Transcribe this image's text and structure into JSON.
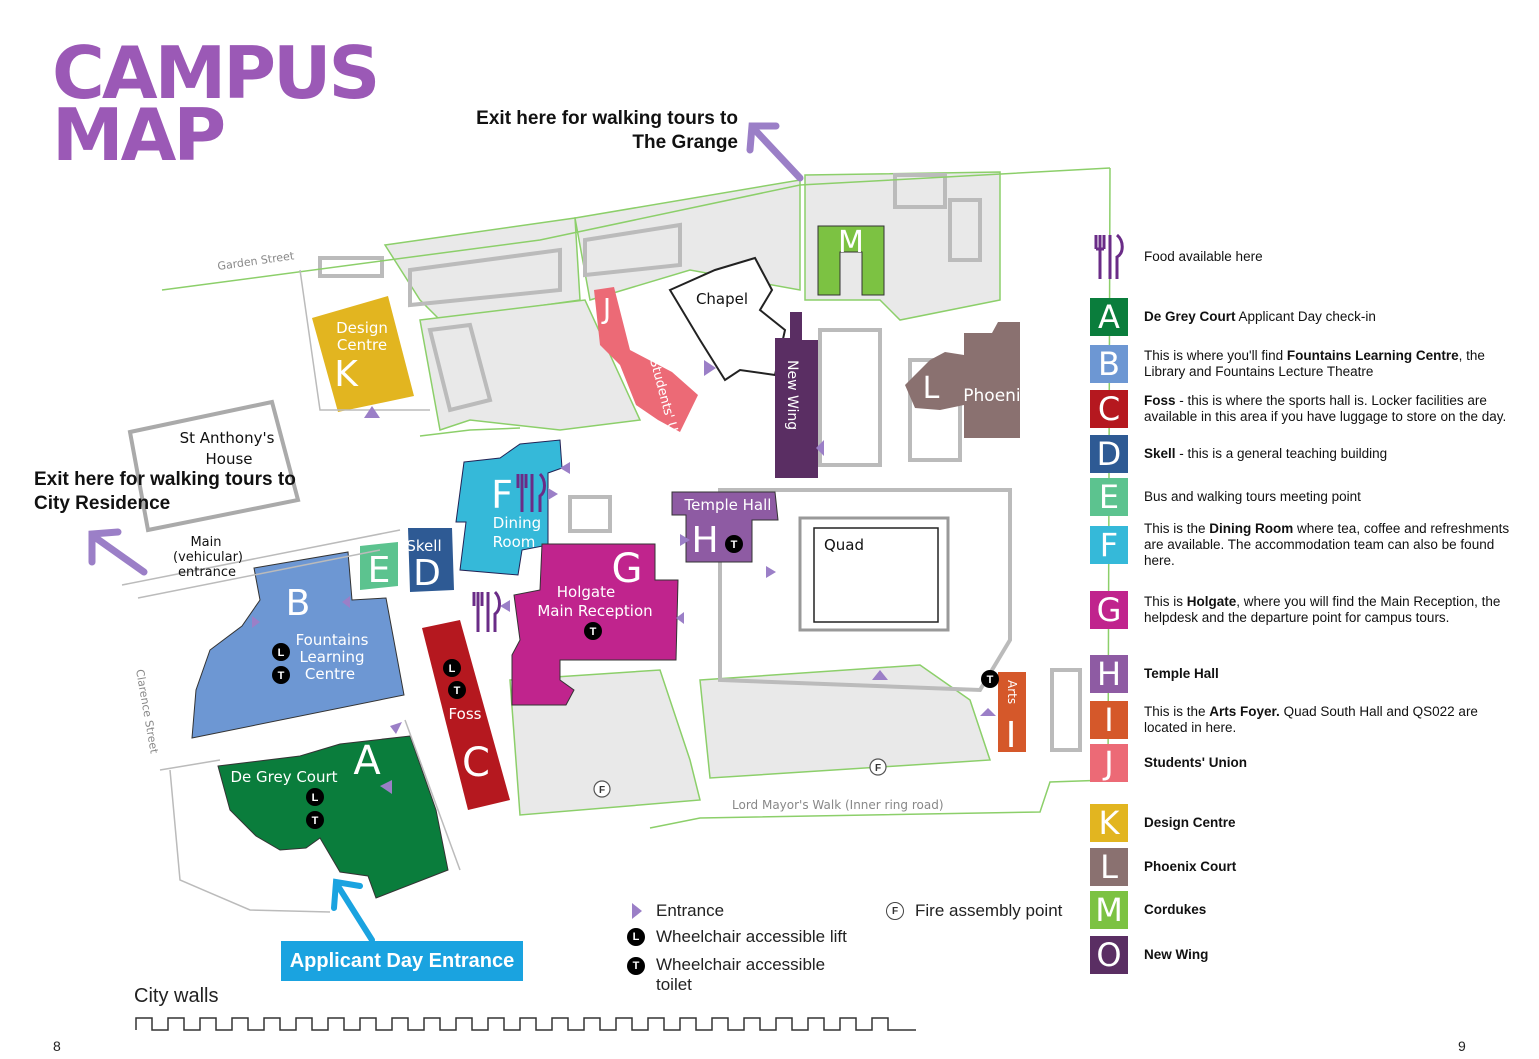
{
  "title": {
    "line1": "CAMPUS",
    "line2": "MAP"
  },
  "exit_notes": {
    "grange_line1": "Exit here for walking tours to",
    "grange_line2": "The Grange",
    "city_line1": "Exit here for walking tours to",
    "city_line2": "City Residence"
  },
  "streets": {
    "garden": "Garden Street",
    "clarence": "Clarence Street",
    "lord_mayors": "Lord Mayor's Walk (Inner ring road)"
  },
  "map_labels": {
    "design_centre": [
      "Design",
      "Centre"
    ],
    "st_anthonys": [
      "St Anthony's",
      "House"
    ],
    "main_entrance": [
      "Main",
      "(vehicular)",
      "entrance"
    ],
    "chapel": "Chapel",
    "students_union": "Students' Union",
    "new_wing": "New Wing",
    "phoenix": "Phoenix",
    "dining_room": [
      "Dining",
      "Room"
    ],
    "skell": "Skell",
    "temple_hall": "Temple Hall",
    "quad": "Quad",
    "holgate": [
      "Holgate",
      "Main Reception"
    ],
    "fountains": [
      "Fountains",
      "Learning",
      "Centre"
    ],
    "foss": "Foss",
    "arts": "Arts",
    "de_grey": "De Grey Court"
  },
  "buildings": [
    {
      "letter": "A",
      "color": "#0a7d3c"
    },
    {
      "letter": "B",
      "color": "#6d97d3"
    },
    {
      "letter": "C",
      "color": "#b5181f"
    },
    {
      "letter": "D",
      "color": "#2e5a94"
    },
    {
      "letter": "E",
      "color": "#5cc38f"
    },
    {
      "letter": "F",
      "color": "#35b9d9"
    },
    {
      "letter": "G",
      "color": "#c0248d"
    },
    {
      "letter": "H",
      "color": "#8e5ba3"
    },
    {
      "letter": "I",
      "color": "#d5582a"
    },
    {
      "letter": "J",
      "color": "#ec6a76"
    },
    {
      "letter": "K",
      "color": "#e2b520"
    },
    {
      "letter": "L",
      "color": "#8a7170"
    },
    {
      "letter": "M",
      "color": "#7cc242"
    },
    {
      "letter": "O",
      "color": "#5a2e63"
    }
  ],
  "legend": {
    "food": "Food available here",
    "items": [
      {
        "letter": "A",
        "color": "#0a7d3c",
        "bold": "De Grey Court",
        "text": " Applicant Day check-in"
      },
      {
        "letter": "B",
        "color": "#6d97d3",
        "pre": "This is where you'll find ",
        "bold": "Fountains Learning Centre",
        "text": ", the Library and Fountains Lecture Theatre"
      },
      {
        "letter": "C",
        "color": "#b5181f",
        "bold": "Foss",
        "text": " - this is where the sports hall is. Locker facilities are available in this area if you have luggage to store on the day."
      },
      {
        "letter": "D",
        "color": "#2e5a94",
        "bold": "Skell",
        "text": " - this is a general teaching building"
      },
      {
        "letter": "E",
        "color": "#5cc38f",
        "text": "Bus and walking tours meeting point"
      },
      {
        "letter": "F",
        "color": "#35b9d9",
        "pre": "This is the ",
        "bold": "Dining Room",
        "text": " where tea, coffee and refreshments are available. The accommodation team can also be found here."
      },
      {
        "letter": "G",
        "color": "#c0248d",
        "pre": "This is ",
        "bold": "Holgate",
        "text": ", where you will find the Main Reception, the helpdesk and the departure point for campus tours."
      },
      {
        "letter": "H",
        "color": "#8e5ba3",
        "bold": "Temple Hall"
      },
      {
        "letter": "I",
        "color": "#d5582a",
        "pre": "This is the ",
        "bold": "Arts Foyer.",
        "text": " Quad South Hall and QS022 are located in here."
      },
      {
        "letter": "J",
        "color": "#ec6a76",
        "bold": "Students' Union"
      },
      {
        "letter": "K",
        "color": "#e2b520",
        "bold": "Design Centre"
      },
      {
        "letter": "L",
        "color": "#8a7170",
        "bold": "Phoenix Court"
      },
      {
        "letter": "M",
        "color": "#7cc242",
        "bold": "Cordukes"
      },
      {
        "letter": "O",
        "color": "#5a2e63",
        "bold": "New Wing"
      }
    ]
  },
  "key": {
    "entrance": "Entrance",
    "lift_symbol": "L",
    "lift": "Wheelchair accessible lift",
    "toilet_symbol": "T",
    "toilet_line1": "Wheelchair accessible",
    "toilet_line2": "toilet",
    "fire_symbol": "F",
    "fire": "Fire assembly point"
  },
  "applicant_entrance": "Applicant Day Entrance",
  "city_walls": "City walls",
  "page_numbers": {
    "left": "8",
    "right": "9"
  },
  "colors": {
    "title": "#9b59b6",
    "arrow": "#9b7fc7",
    "entrance_arrow": "#1aa3e0",
    "green_line": "#8ccf6a",
    "grey_area": "#e8e8e8"
  }
}
